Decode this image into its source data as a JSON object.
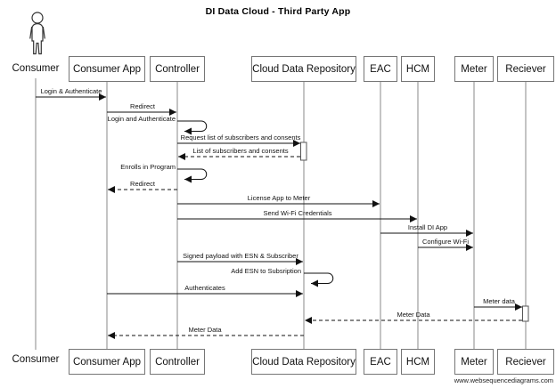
{
  "title": "DI Data Cloud - Third Party App",
  "watermark": "www.websequencediagrams.com",
  "participants": [
    {
      "name": "Consumer",
      "kind": "actor"
    },
    {
      "name": "Consumer App",
      "kind": "box"
    },
    {
      "name": "Controller",
      "kind": "box"
    },
    {
      "name": "Cloud Data Repository",
      "kind": "box"
    },
    {
      "name": "EAC",
      "kind": "box"
    },
    {
      "name": "HCM",
      "kind": "box"
    },
    {
      "name": "Meter",
      "kind": "box"
    },
    {
      "name": "Reciever",
      "kind": "box"
    }
  ],
  "messages": [
    {
      "from": "Consumer",
      "to": "Consumer App",
      "label": "Login & Authenticate",
      "style": "solid"
    },
    {
      "from": "Consumer App",
      "to": "Controller",
      "label": "Redirect",
      "style": "solid"
    },
    {
      "from": "Controller",
      "to": "Controller",
      "label": "Login and Authenticate",
      "style": "self"
    },
    {
      "from": "Controller",
      "to": "Cloud Data Repository",
      "label": "Request list of subscribers and consents",
      "style": "solid"
    },
    {
      "from": "Cloud Data Repository",
      "to": "Controller",
      "label": "List of subscribers and consents",
      "style": "dashed"
    },
    {
      "from": "Controller",
      "to": "Controller",
      "label": "Enrolls in Program",
      "style": "self"
    },
    {
      "from": "Controller",
      "to": "Consumer App",
      "label": "Redirect",
      "style": "dashed"
    },
    {
      "from": "Controller",
      "to": "EAC",
      "label": "License App to Meter",
      "style": "solid"
    },
    {
      "from": "Controller",
      "to": "HCM",
      "label": "Send Wi-Fi Credentials",
      "style": "solid"
    },
    {
      "from": "EAC",
      "to": "Meter",
      "label": "Install DI App",
      "style": "solid"
    },
    {
      "from": "HCM",
      "to": "Meter",
      "label": "Configure Wi-Fi",
      "style": "solid"
    },
    {
      "from": "Controller",
      "to": "Cloud Data Repository",
      "label": "Signed payload with ESN & Subscriber",
      "style": "solid"
    },
    {
      "from": "Cloud Data Repository",
      "to": "Cloud Data Repository",
      "label": "Add ESN to Subsription",
      "style": "self"
    },
    {
      "from": "Consumer App",
      "to": "Cloud Data Repository",
      "label": "Authenticates",
      "style": "solid"
    },
    {
      "from": "Meter",
      "to": "Reciever",
      "label": "Meter data",
      "style": "solid"
    },
    {
      "from": "Reciever",
      "to": "Cloud Data Repository",
      "label": "Meter Data",
      "style": "dashed"
    },
    {
      "from": "Cloud Data Repository",
      "to": "Consumer App",
      "label": "Meter Data",
      "style": "dashed"
    }
  ],
  "colors": {
    "background": "#ffffff",
    "box_border": "#767676",
    "lifeline": "#8a8a8a",
    "message_line": "#111111",
    "text": "#111111"
  }
}
